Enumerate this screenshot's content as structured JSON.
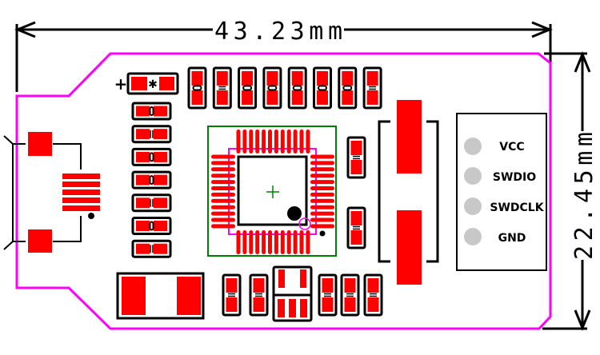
{
  "diagram": {
    "type": "pcb-layout",
    "dimensions": {
      "width_label": "43.23mm",
      "height_label": "22.45mm"
    },
    "colors": {
      "board_outline": "#ff00ff",
      "pad": "#ff0000",
      "silkscreen": "#000000",
      "courtyard": "#008000",
      "header_pin": "#c0c0c0"
    },
    "polarity_mark": "+",
    "header": {
      "pins": [
        {
          "label": "VCC"
        },
        {
          "label": "SWDIO"
        },
        {
          "label": "SWDCLK"
        },
        {
          "label": "GND"
        }
      ]
    },
    "components": {
      "top_row": [
        "resistor",
        "capacitor",
        "resistor",
        "resistor",
        "resistor",
        "resistor",
        "resistor",
        "capacitor"
      ],
      "left_column": [
        "resistor",
        "capacitor",
        "resistor",
        "resistor",
        "capacitor",
        "resistor",
        "capacitor"
      ],
      "ic": {
        "package": "QFP",
        "pins_per_side": 12
      },
      "usb_connector": {
        "signal_pads": 5
      }
    }
  }
}
